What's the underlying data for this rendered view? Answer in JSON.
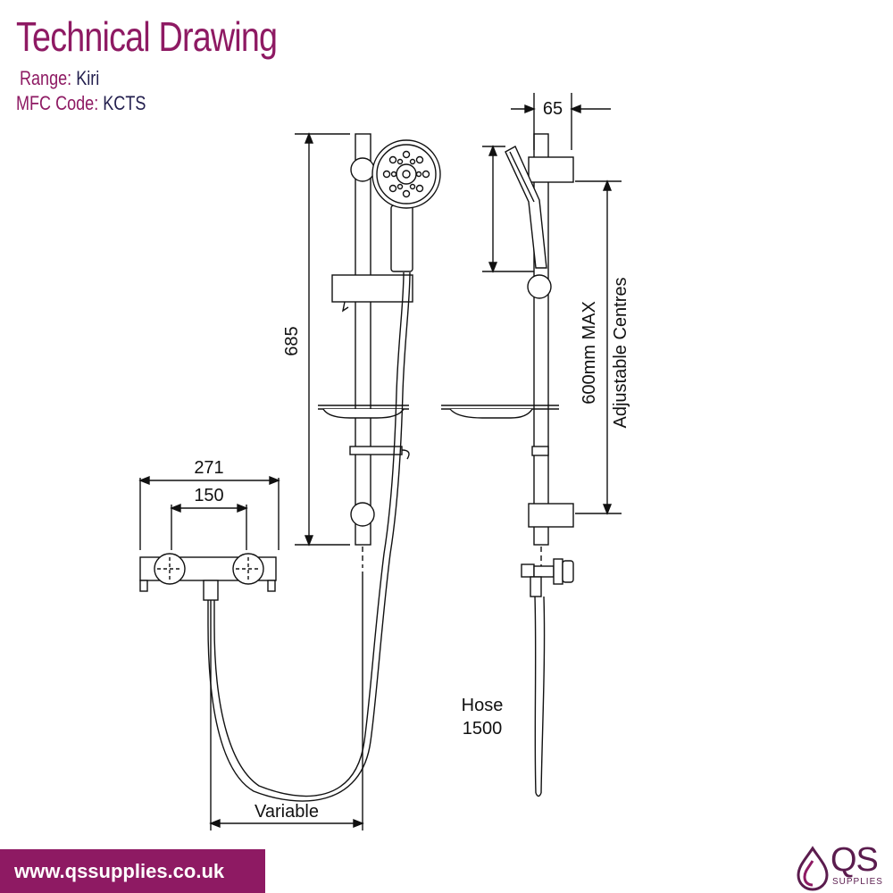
{
  "header": {
    "title": "Technical Drawing",
    "range_label": "Range:",
    "range_value": "Kiri",
    "code_label": "MFC Code:",
    "code_value": "KCTS"
  },
  "dimensions": {
    "d271": "271",
    "d150": "150",
    "d685": "685",
    "d65": "65",
    "adjust_1": "600mm MAX",
    "adjust_2": "Adjustable Centres",
    "hose_1": "Hose",
    "hose_2": "1500",
    "variable": "Variable"
  },
  "footer": {
    "url": "www.qssupplies.co.uk",
    "logo_text": "QS",
    "logo_sub": "SUPPLIES"
  },
  "colors": {
    "brand": "#8e1a63",
    "brand_dark": "#231f4e"
  }
}
